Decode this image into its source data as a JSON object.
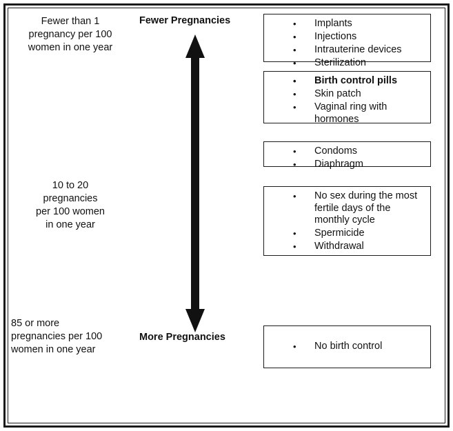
{
  "diagram": {
    "title": "Birth control effectiveness chart",
    "axis": {
      "top_label": "Fewer Pregnancies",
      "bottom_label": "More Pregnancies",
      "arrow_icon": "double-headed-vertical-arrow-icon"
    },
    "scale_labels": [
      {
        "id": "fewest",
        "text": "Fewer than 1\npregnancy per 100\nwomen in one year"
      },
      {
        "id": "middle",
        "text": "10 to 20\npregnancies\nper 100 women\nin one year"
      },
      {
        "id": "most",
        "text": "85 or more\npregnancies per 100\nwomen in one year"
      }
    ],
    "method_groups": [
      {
        "id": "most-effective",
        "items": [
          {
            "label": "Implants",
            "bold": false
          },
          {
            "label": "Injections",
            "bold": false
          },
          {
            "label": "Intrauterine devices",
            "bold": false
          },
          {
            "label": "Sterilization",
            "bold": false
          }
        ]
      },
      {
        "id": "hormonal",
        "items": [
          {
            "label": "Birth control pills",
            "bold": true
          },
          {
            "label": "Skin patch",
            "bold": false
          },
          {
            "label": "Vaginal ring with hormones",
            "bold": false
          }
        ]
      },
      {
        "id": "barrier",
        "items": [
          {
            "label": "Condoms",
            "bold": false
          },
          {
            "label": "Diaphragm",
            "bold": false
          }
        ]
      },
      {
        "id": "behavioral",
        "items": [
          {
            "label": "No sex during the most fertile days of the monthly cycle",
            "bold": false
          },
          {
            "label": "Spermicide",
            "bold": false
          },
          {
            "label": "Withdrawal",
            "bold": false
          }
        ]
      },
      {
        "id": "none",
        "items": [
          {
            "label": "No birth control",
            "bold": false
          }
        ]
      }
    ],
    "colors": {
      "frame": "#1a1a1a",
      "text": "#111111",
      "arrow": "#111111",
      "background": "#ffffff"
    }
  }
}
